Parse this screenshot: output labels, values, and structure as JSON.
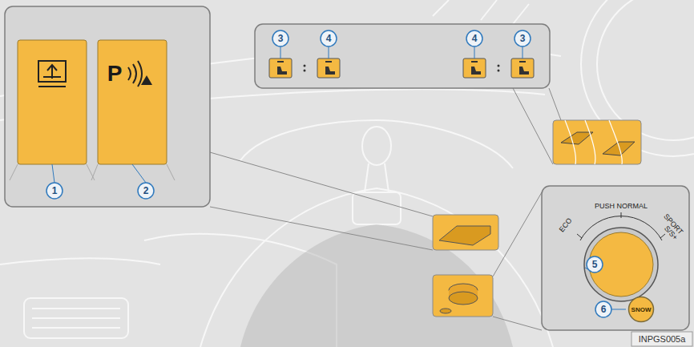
{
  "diagram": {
    "nodes": [
      {
        "text": [
          "SNOW"
        ]
      }
    ],
    "labels": [
      "1",
      "2",
      "3",
      "4",
      "4",
      "3",
      "P",
      "ECO",
      "PUSH NORMAL",
      "SPORT",
      "S/S+",
      "5",
      "6",
      "INPGS005a"
    ]
  }
}
